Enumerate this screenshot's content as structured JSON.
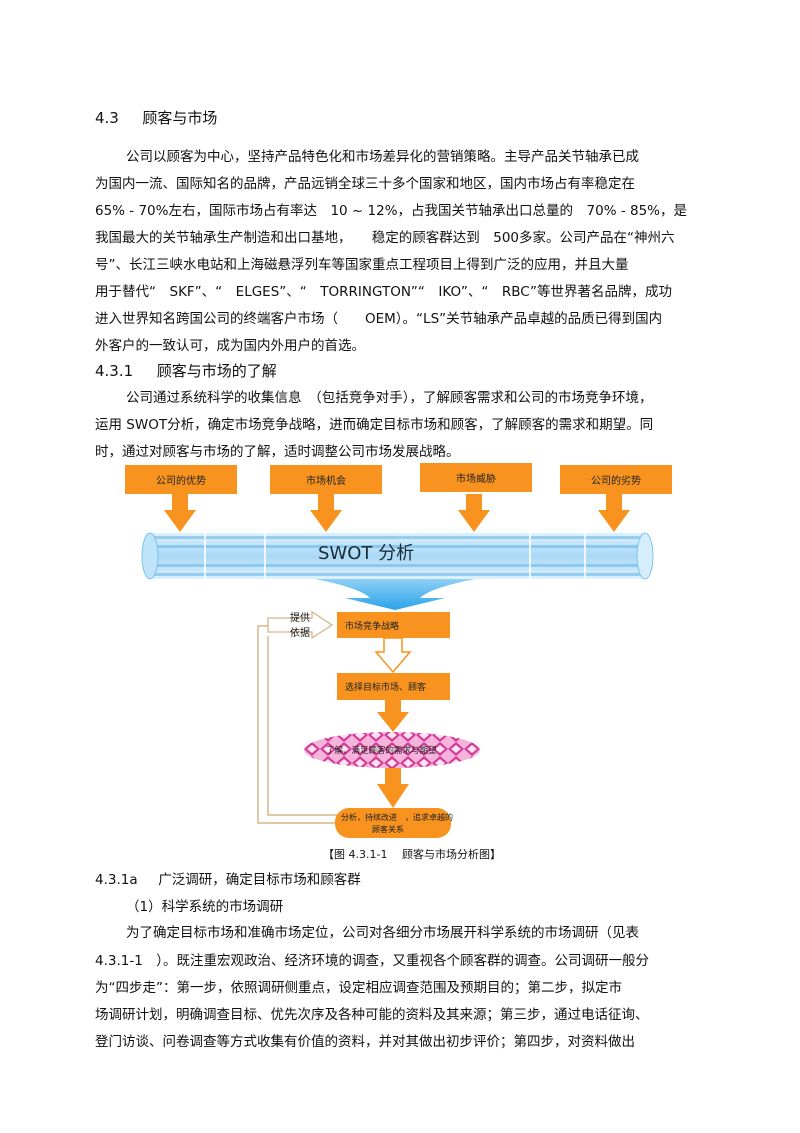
{
  "section": {
    "number": "4.3",
    "title": "顾客与市场"
  },
  "intro": [
    "公司以顾客为中心，坚持产品特色化和市场差异化的营销策略。主导产品关节轴承已成",
    "为国内一流、国际知名的品牌，产品远销全球三十多个国家和地区，国内市场占有率稳定在",
    "65% - 70%左右，国际市场占有率达　10 ~ 12%，占我国关节轴承出口总量的　70% - 85%，是",
    "我国最大的关节轴承生产制造和出口基地，　　稳定的顾客群达到　500多家。公司产品在“神州六",
    "号”、长江三峡水电站和上海磁悬浮列车等国家重点工程项目上得到广泛的应用，并且大量",
    "用于替代“　SKF”、“　ELGES”、“　TORRINGTON”“　IKO”、“　RBC”等世界著名品牌，成功",
    "进入世界知名跨国公司的终端客户市场（　　OEM）。“LS”关节轴承产品卓越的品质已得到国内",
    "外客户的一致认可，成为国内外用户的首选。"
  ],
  "subsection": {
    "number": "4.3.1",
    "title": "顾客与市场的了解"
  },
  "sub_para": [
    "公司通过系统科学的收集信息　（包括竞争对手），了解顾客需求和公司的市场竞争环境，",
    "运用 SWOT分析，确定市场竞争战略，进而确定目标市场和顾客，了解顾客的需求和期望。同",
    "时，通过对顾客与市场的了解，适时调整公司市场发展战略。"
  ],
  "diagram": {
    "top_boxes": [
      "公司的优势",
      "市场机会",
      "市场威胁",
      "公司的劣势"
    ],
    "pipe_label": "SWOT 分析",
    "side_label_1": "提供",
    "side_label_2": "依据",
    "box_strategy": "市场竞争战略",
    "box_target": "选择目标市场、顾客",
    "ellipse_label": "了解、满足顾客的需求与期望",
    "bottom_line_1": "分析，持续改进　，追求卓越的",
    "bottom_line_2": "顾客关系",
    "colors": {
      "orange": "#f7931e",
      "pipe": "#a9d8f5",
      "pipe_band": "#5fb5ea",
      "pink": "#f5a6d2"
    }
  },
  "caption": "【图 4.3.1-1　 顾客与市场分析图】",
  "subsub": {
    "number": "4.3.1a",
    "title": "广泛调研，确定目标市场和顾客群"
  },
  "item1": "（1）科学系统的市场调研",
  "item1_para": [
    "为了确定目标市场和准确市场定位，公司对各细分市场展开科学系统的市场调研（见表",
    "4.3.1-1　）。既注重宏观政治、经济环境的调查，又重视各个顾客群的调查。公司调研一般分",
    "为“四步走”：第一步，依照调研侧重点，设定相应调查范围及预期目的；第二步，拟定市",
    "场调研计划，明确调查目标、优先次序及各种可能的资料及其来源；第三步，通过电话征询、",
    "登门访谈、问卷调查等方式收集有价值的资料，并对其做出初步评价；第四步，对资料做出"
  ]
}
